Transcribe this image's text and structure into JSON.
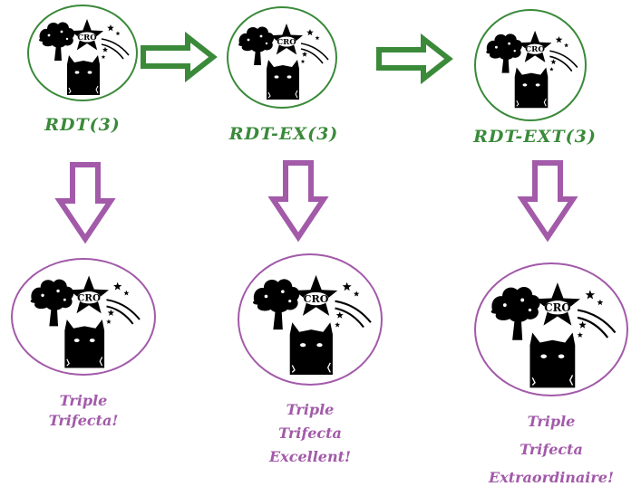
{
  "colors": {
    "green": "#3a8a3a",
    "purple": "#a25aa9",
    "logo": "#000000"
  },
  "logo": {
    "badge_text": "CRO",
    "icons": [
      "tree-icon",
      "star-icon",
      "cat-icon",
      "shooting-star-trail-icon"
    ]
  },
  "stages": [
    {
      "label": "RDT(3)"
    },
    {
      "label": "RDT-EX(3)"
    },
    {
      "label": "RDT-EXT(3)"
    }
  ],
  "outcomes": [
    {
      "lines": [
        "Triple",
        "Trifecta!"
      ]
    },
    {
      "lines": [
        "Triple",
        "Trifecta",
        "Excellent!"
      ]
    },
    {
      "lines": [
        "Triple",
        "Trifecta",
        "Extraordinaire!"
      ]
    }
  ],
  "arrows": {
    "horizontal_count": 2,
    "vertical_count": 3
  }
}
